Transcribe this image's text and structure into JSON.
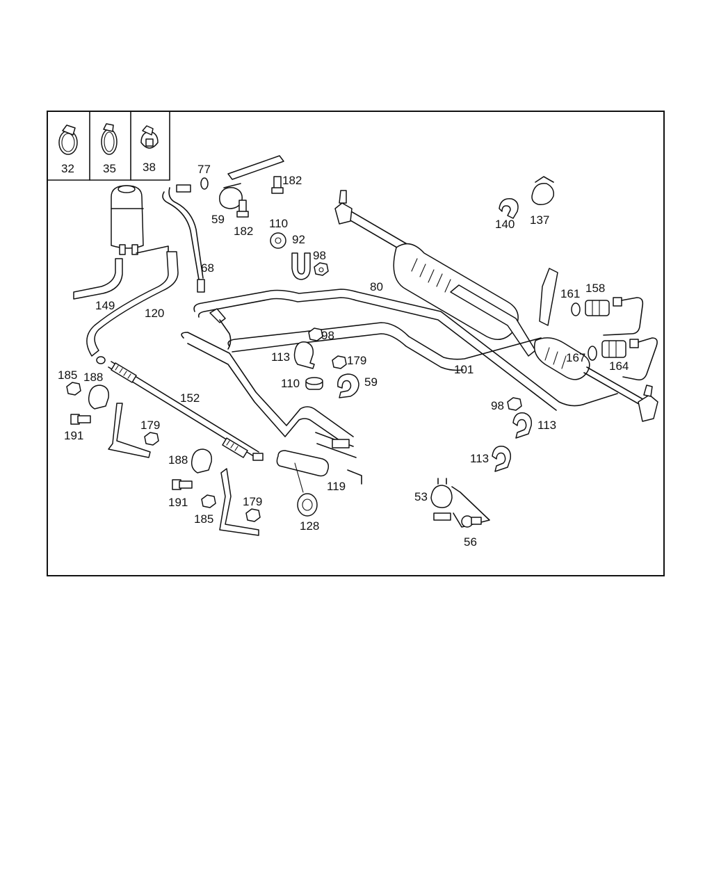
{
  "callouts": {
    "inset": [
      "32",
      "35",
      "38"
    ],
    "top_left": [
      "77",
      "182",
      "59",
      "182",
      "68",
      "149",
      "120"
    ],
    "center_top": [
      "110",
      "92",
      "98",
      "80"
    ],
    "top_right": [
      "140",
      "137",
      "161",
      "158",
      "167",
      "164"
    ],
    "center": [
      "98",
      "113",
      "179",
      "110",
      "59",
      "101"
    ],
    "left": [
      "185",
      "188",
      "191",
      "152",
      "179",
      "188",
      "191",
      "185",
      "179"
    ],
    "bottom_center": [
      "119",
      "128"
    ],
    "bottom_right": [
      "98",
      "113",
      "113",
      "53",
      "56"
    ]
  }
}
